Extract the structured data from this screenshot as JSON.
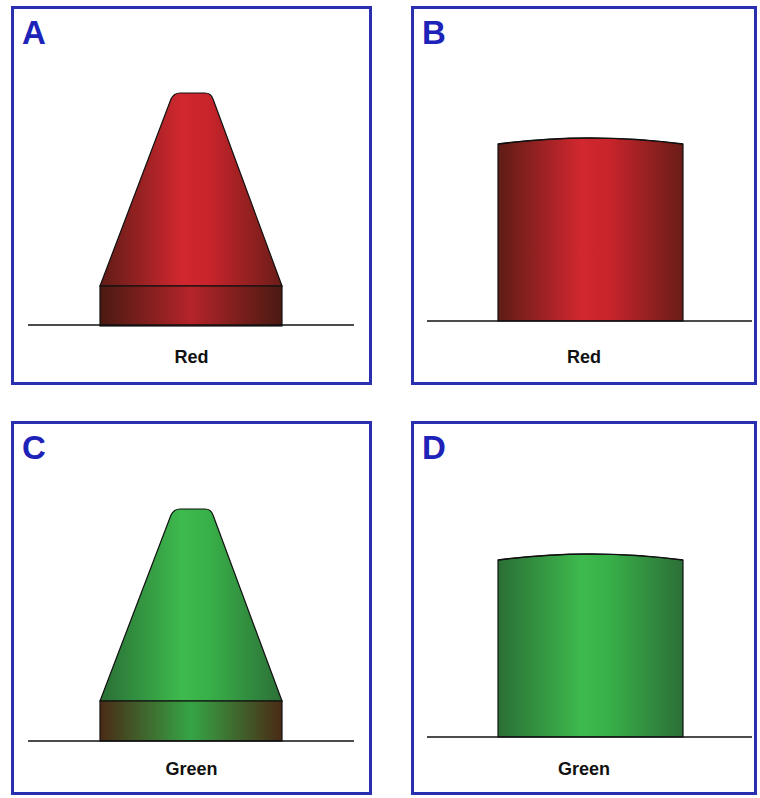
{
  "diagram": {
    "nodes": [
      {
        "text": [
          "A",
          "Red"
        ]
      },
      {
        "text": [
          "B",
          "Red"
        ]
      },
      {
        "text": [
          "C",
          "Green"
        ]
      },
      {
        "text": [
          "D",
          "Green"
        ]
      }
    ]
  }
}
